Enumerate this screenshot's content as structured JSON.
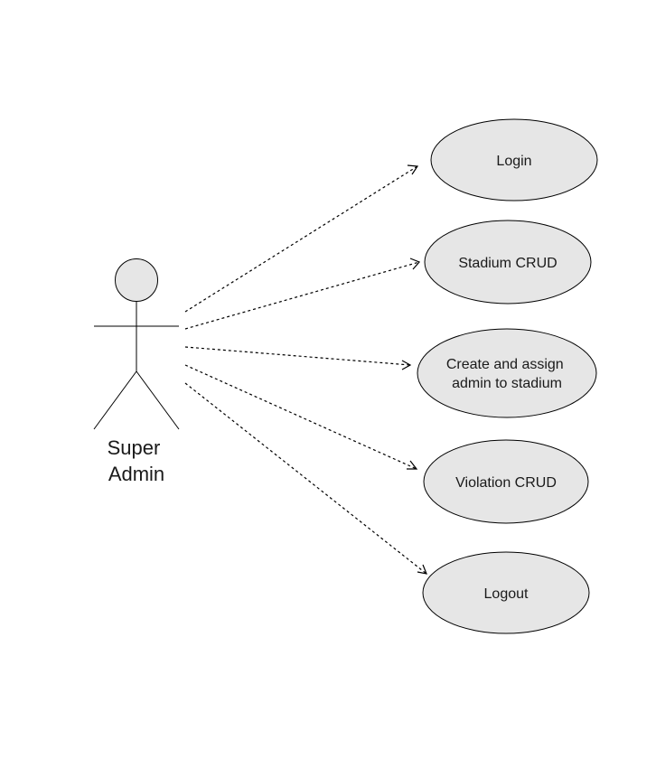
{
  "actor": {
    "label_lines": [
      "Super",
      "Admin"
    ]
  },
  "use_cases": [
    {
      "id": "login",
      "label_lines": [
        "Login"
      ]
    },
    {
      "id": "stadium-crud",
      "label_lines": [
        "Stadium CRUD"
      ]
    },
    {
      "id": "create-assign-admin",
      "label_lines": [
        "Create and assign",
        "admin to stadium"
      ]
    },
    {
      "id": "violation-crud",
      "label_lines": [
        "Violation CRUD"
      ]
    },
    {
      "id": "logout",
      "label_lines": [
        "Logout"
      ]
    }
  ],
  "relations": [
    {
      "from": "actor",
      "to": "login",
      "style": "dashed-arrow"
    },
    {
      "from": "actor",
      "to": "stadium-crud",
      "style": "dashed-arrow"
    },
    {
      "from": "actor",
      "to": "create-assign-admin",
      "style": "dashed-arrow"
    },
    {
      "from": "actor",
      "to": "violation-crud",
      "style": "dashed-arrow"
    },
    {
      "from": "actor",
      "to": "logout",
      "style": "dashed-arrow"
    }
  ],
  "colors": {
    "usecase_fill": "#e6e6e6",
    "stroke": "#000000",
    "text": "#1a1a1a"
  }
}
